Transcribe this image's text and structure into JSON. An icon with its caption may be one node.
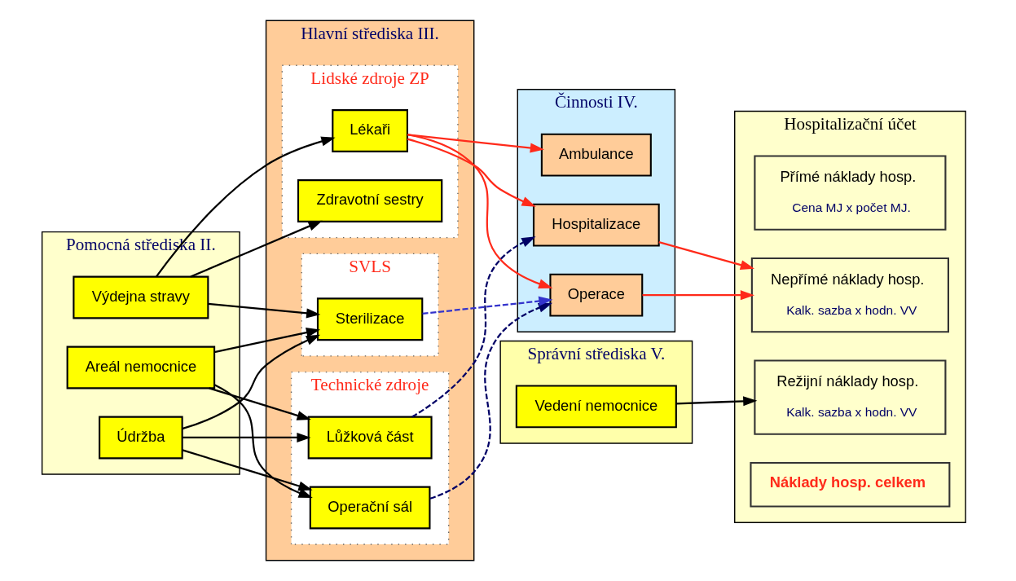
{
  "diagram": {
    "nodes": [
      {
        "text": [
          "Pomocná střediska II."
        ]
      },
      {
        "text": [
          "Výdejna stravy"
        ],
        "in": 0
      },
      {
        "text": [
          "Areál nemocnice"
        ],
        "in": 0
      },
      {
        "text": [
          "Údržba"
        ],
        "in": 0
      },
      {
        "text": [
          "Hlavní střediska III."
        ]
      },
      {
        "text": [
          "Lidské zdroje ZP"
        ],
        "in": 4
      },
      {
        "text": [
          "Lékaři"
        ],
        "in": 5
      },
      {
        "text": [
          "Zdravotní sestry"
        ],
        "in": 5
      },
      {
        "text": [
          "Technické zdroje"
        ],
        "in": 4
      },
      {
        "text": [
          "Operační sál"
        ],
        "in": 8
      },
      {
        "text": [
          "Lůžková část"
        ],
        "in": 8
      },
      {
        "text": [
          "SVLS"
        ],
        "in": 4
      },
      {
        "text": [
          "Sterilizace"
        ],
        "in": 11
      },
      {
        "text": [
          "Činnosti IV."
        ]
      },
      {
        "text": [
          "Operace"
        ],
        "in": 13
      },
      {
        "text": [
          "Hospitalizace"
        ],
        "in": 13
      },
      {
        "text": [
          "Ambulance"
        ],
        "in": 13
      },
      {
        "text": [
          "Správní střediska V."
        ]
      },
      {
        "text": [
          "Vedení nemocnice"
        ],
        "in": 17
      },
      {
        "text": [
          "Hospitalizační účet"
        ]
      },
      {
        "text": [
          "Přímé náklady hosp.",
          "Cena MJ x počet MJ."
        ],
        "in": 19
      },
      {
        "text": [
          "Nepřímé náklady hosp.",
          "Kalk. sazba x hodn. VV"
        ],
        "in": 19
      },
      {
        "text": [
          "Režijní náklady hosp.",
          "Kalk. sazba x hodn. VV"
        ],
        "in": 19
      },
      {
        "text": [
          "Náklady hosp. celkem"
        ],
        "in": 19
      }
    ],
    "edges": [
      {
        "from": 1,
        "to": 6,
        "arrow": "to"
      },
      {
        "from": 1,
        "to": 7,
        "arrow": "to"
      },
      {
        "from": 1,
        "to": 12,
        "arrow": "to"
      },
      {
        "from": 2,
        "to": 9,
        "arrow": "to"
      },
      {
        "from": 2,
        "to": 10,
        "arrow": "to"
      },
      {
        "from": 2,
        "to": 12,
        "arrow": "to"
      },
      {
        "from": 3,
        "to": 9,
        "arrow": "to"
      },
      {
        "from": 3,
        "to": 10,
        "arrow": "to"
      },
      {
        "from": 3,
        "to": 12,
        "arrow": "to"
      },
      {
        "from": 6,
        "to": 14,
        "arrow": "to",
        "color": "#ff2a1a"
      },
      {
        "from": 6,
        "to": 15,
        "arrow": "to",
        "color": "#ff2a1a"
      },
      {
        "from": 6,
        "to": 16,
        "arrow": "to",
        "color": "#ff2a1a"
      },
      {
        "from": 9,
        "to": 14,
        "arrow": "to",
        "style": "dashed",
        "color": "#000066"
      },
      {
        "from": 10,
        "to": 15,
        "arrow": "to",
        "style": "dashed",
        "color": "#000066"
      },
      {
        "from": 12,
        "to": 14,
        "arrow": "to",
        "style": "dashed",
        "color": "#3333cc"
      },
      {
        "from": 14,
        "to": 21,
        "arrow": "to",
        "color": "#ff2a1a"
      },
      {
        "from": 15,
        "to": 21,
        "arrow": "to",
        "color": "#ff2a1a"
      },
      {
        "from": 18,
        "to": 22,
        "arrow": "to"
      }
    ]
  }
}
